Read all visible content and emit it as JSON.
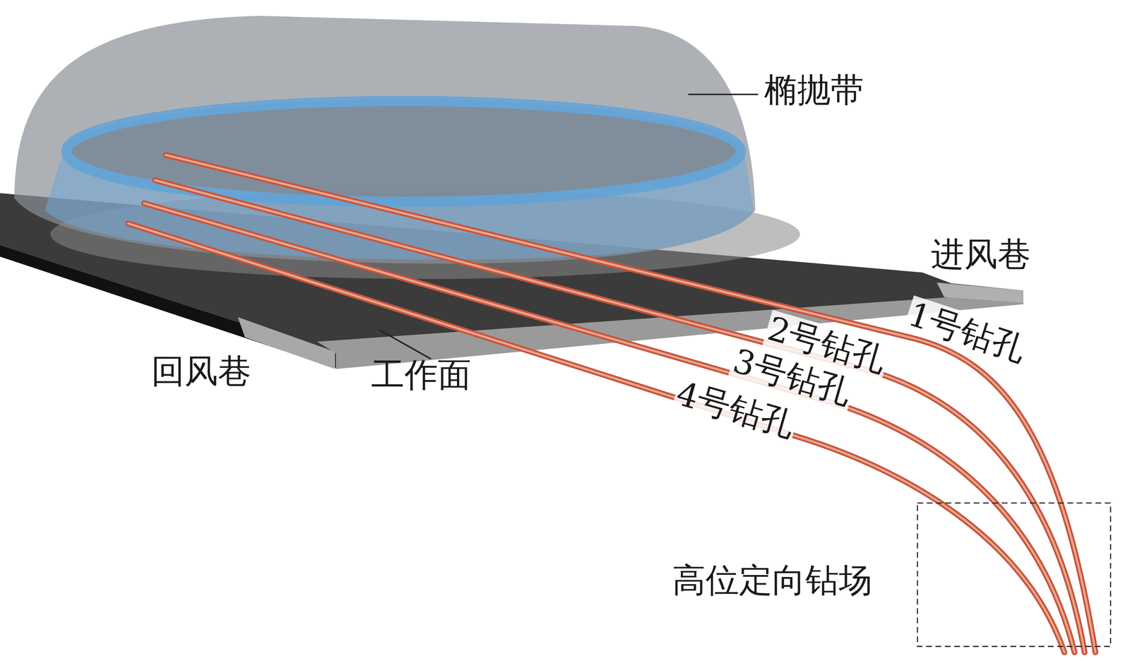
{
  "diagram": {
    "nodes": [
      {
        "text": [
          "高位定向钻场"
        ]
      }
    ],
    "labels": [
      "椭抛带",
      "进风巷",
      "1号钻孔",
      "2号钻孔",
      "3号钻孔",
      "4号钻孔",
      "回风巷",
      "工作面"
    ]
  }
}
